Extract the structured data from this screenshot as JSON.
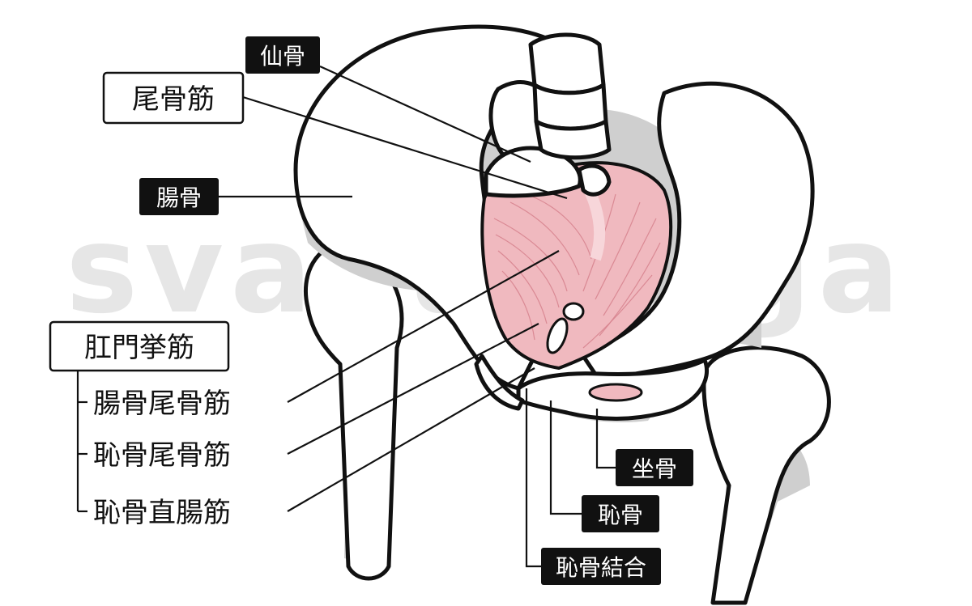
{
  "watermark": "svaha yoga",
  "labels": {
    "sacrum": "仙骨",
    "coccygeus": "尾骨筋",
    "ilium": "腸骨",
    "levator_ani": "肛門挙筋",
    "iliococcygeus": "腸骨尾骨筋",
    "pubococcygeus": "恥骨尾骨筋",
    "puborectalis": "恥骨直腸筋",
    "ischium": "坐骨",
    "pubis": "恥骨",
    "pubic_symphysis": "恥骨結合"
  },
  "colors": {
    "muscle": "#f0b9bf",
    "muscle_fiber": "#d7848f",
    "bone_fill": "#ffffff",
    "shadow": "#cfcfcf",
    "label_dark": "#111111"
  }
}
